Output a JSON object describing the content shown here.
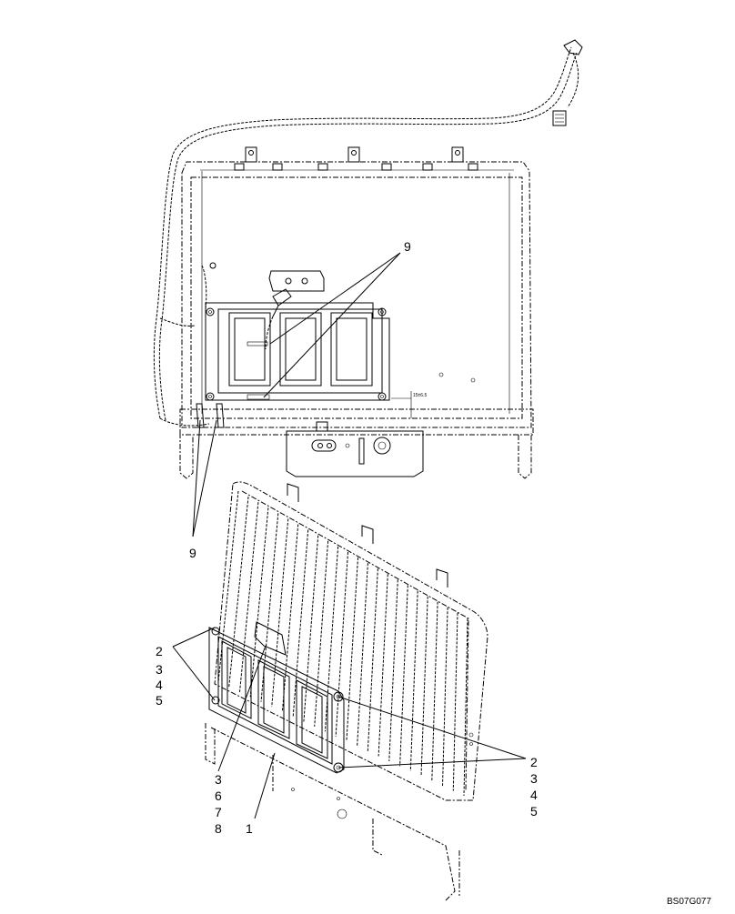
{
  "callouts": {
    "top_9": "9",
    "left_9": "9",
    "left_stack": [
      "2",
      "3",
      "4",
      "5"
    ],
    "center_stack": [
      "3",
      "6",
      "7",
      "8"
    ],
    "bottom_1": "1",
    "right_stack": [
      "2",
      "3",
      "4",
      "5"
    ]
  },
  "dimension_label": "15±6.5",
  "drawing_code": "BS07G077",
  "colors": {
    "ink": "#000000",
    "paper": "#ffffff"
  }
}
